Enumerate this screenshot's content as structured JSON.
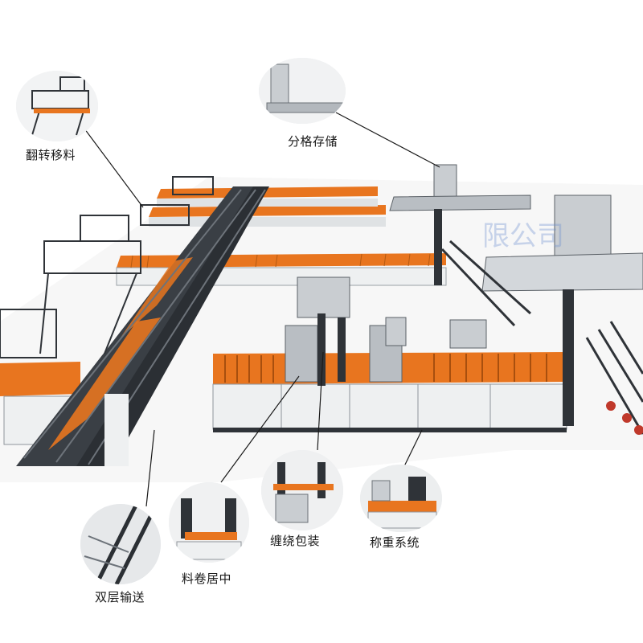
{
  "callouts": {
    "turnover": {
      "label": "翻转移料",
      "icon": "turnover-station-thumbnail"
    },
    "storage": {
      "label": "分格存储",
      "icon": "grid-storage-thumbnail"
    },
    "double_layer": {
      "label": "双层输送",
      "icon": "double-layer-conveyor-thumbnail"
    },
    "centering": {
      "label": "料卷居中",
      "icon": "coil-centering-thumbnail"
    },
    "wrapping": {
      "label": "缠绕包装",
      "icon": "wrapping-packaging-thumbnail"
    },
    "weighing": {
      "label": "称重系统",
      "icon": "weighing-system-thumbnail"
    }
  },
  "watermark": {
    "text": "限公司"
  },
  "colors": {
    "roller_orange": "#e8751f",
    "frame_dark": "#2f3338",
    "panel_grey": "#c9cdd1",
    "cabinet_white": "#eef0f1",
    "leader_line": "#1a1a1a"
  }
}
